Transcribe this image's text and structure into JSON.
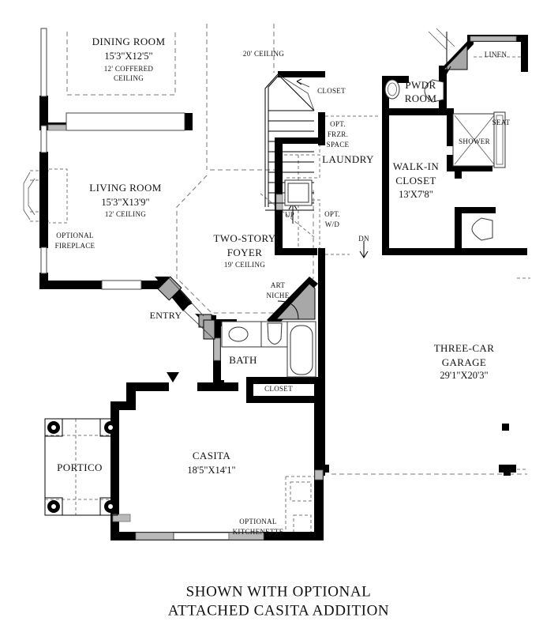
{
  "plan": {
    "caption_line1": "SHOWN WITH OPTIONAL",
    "caption_line2": "ATTACHED CASITA ADDITION"
  },
  "rooms": {
    "dining": {
      "name": "DINING ROOM",
      "dim": "15'3\"X12'5\"",
      "note1": "12' COFFERED",
      "note2": "CEILING"
    },
    "living": {
      "name": "LIVING ROOM",
      "dim": "15'3\"X13'9\"",
      "note1": "12' CEILING"
    },
    "foyer": {
      "name": "TWO-STORY",
      "name2": "FOYER",
      "note1": "19' CEILING"
    },
    "laundry": {
      "name": "LAUNDRY"
    },
    "powder": {
      "name": "PWDR",
      "name2": "ROOM"
    },
    "walkin": {
      "name": "WALK-IN",
      "name2": "CLOSET",
      "dim": "13'X7'8\""
    },
    "garage": {
      "name": "THREE-CAR",
      "name2": "GARAGE",
      "dim": "29'1\"X20'3\""
    },
    "bath": {
      "name": "BATH"
    },
    "casita": {
      "name": "CASITA",
      "dim": "18'5\"X14'1\""
    },
    "portico": {
      "name": "PORTICO"
    }
  },
  "annotations": {
    "ceiling_20": "20' CEILING",
    "closet_stair": "CLOSET",
    "opt_frzr_1": "OPT.",
    "opt_frzr_2": "FRZR.",
    "opt_frzr_3": "SPACE",
    "opt_wd_1": "OPT.",
    "opt_wd_2": "W/D",
    "stairs_up": "UP",
    "stairs_dn": "DN",
    "linen": "LINEN",
    "seat": "SEAT",
    "shower": "SHOWER",
    "optional_fireplace_1": "OPTIONAL",
    "optional_fireplace_2": "FIREPLACE",
    "entry": "ENTRY",
    "art_niche_1": "ART",
    "art_niche_2": "NICHE",
    "bath_closet": "CLOSET",
    "opt_kitchenette_1": "OPTIONAL",
    "opt_kitchenette_2": "KITCHENETTE"
  },
  "colors": {
    "wall": "#000000",
    "background": "#ffffff",
    "fill_gray": "#a8a8a8",
    "dash_gray": "#777777"
  }
}
